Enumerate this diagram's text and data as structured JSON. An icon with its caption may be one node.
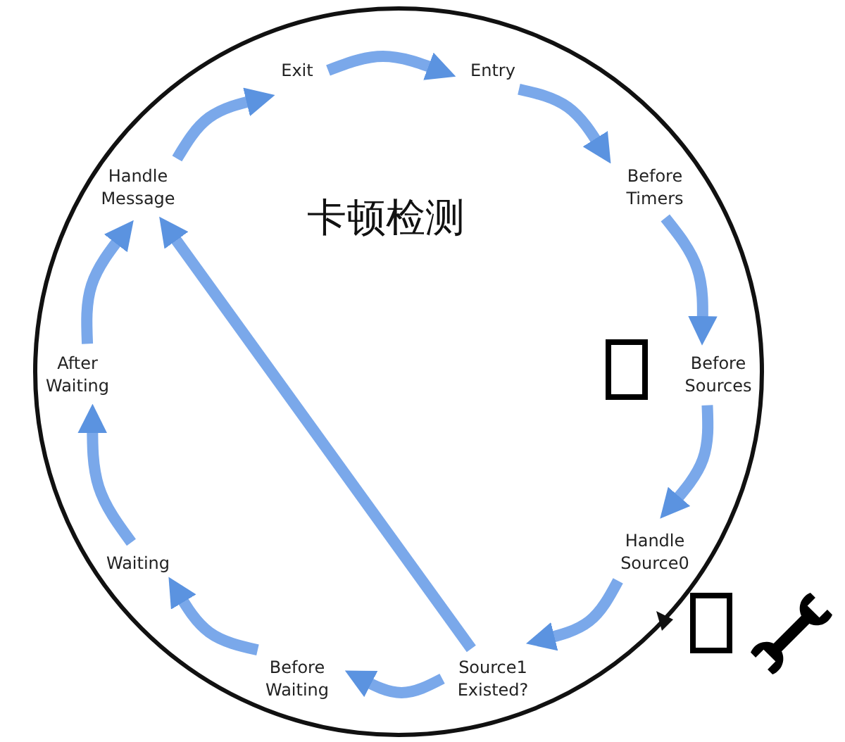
{
  "diagram": {
    "title": "卡顿检测",
    "nodes": [
      {
        "text": [
          "Exit"
        ]
      },
      {
        "text": [
          "Entry"
        ]
      },
      {
        "text": [
          "Before Timers"
        ]
      },
      {
        "text": [
          "Before Sources"
        ]
      },
      {
        "text": [
          "Handle Source0"
        ]
      },
      {
        "text": [
          "Source1 Existed?"
        ]
      },
      {
        "text": [
          "Before Waiting"
        ]
      },
      {
        "text": [
          "Waiting"
        ]
      },
      {
        "text": [
          "After Waiting"
        ]
      },
      {
        "text": [
          "Handle Message"
        ]
      }
    ],
    "edges": [
      {
        "from": 9,
        "to": 0,
        "arrow": "to"
      },
      {
        "from": 0,
        "to": 1,
        "arrow": "to"
      },
      {
        "from": 1,
        "to": 2,
        "arrow": "to"
      },
      {
        "from": 2,
        "to": 3,
        "arrow": "to"
      },
      {
        "from": 3,
        "to": 4,
        "arrow": "to"
      },
      {
        "from": 4,
        "to": 5,
        "arrow": "to"
      },
      {
        "from": 5,
        "to": 6,
        "arrow": "to"
      },
      {
        "from": 6,
        "to": 7,
        "arrow": "to"
      },
      {
        "from": 7,
        "to": 8,
        "arrow": "to"
      },
      {
        "from": 8,
        "to": 9,
        "arrow": "to"
      },
      {
        "from": 5,
        "to": 9,
        "arrow": "to"
      }
    ]
  }
}
